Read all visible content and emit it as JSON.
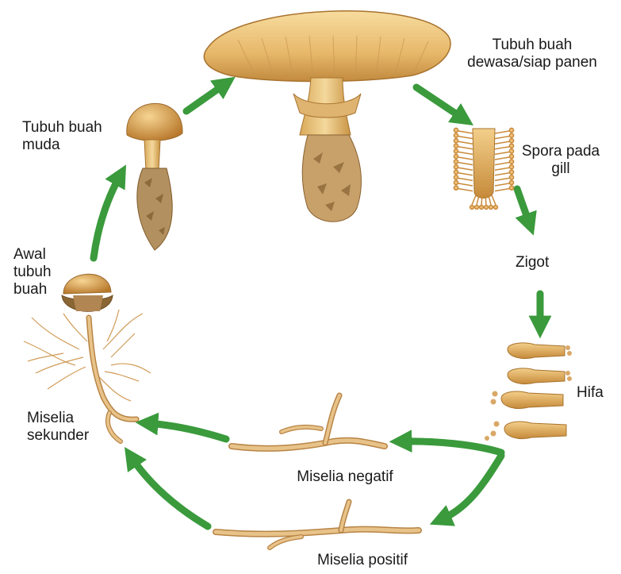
{
  "colors": {
    "arrow": "#3a9a3c",
    "cap_light": "#f2cf8a",
    "cap_dark": "#b87a2c",
    "stem": "#e8c17a",
    "volva": "#9a7440",
    "hypha": "#d9a866",
    "hypha_edge": "#b78445",
    "text": "#1a1a1a"
  },
  "stages": {
    "mature": {
      "label": "Tubuh buah\ndewasa/siap panen",
      "icon": "mature-mushroom"
    },
    "spores": {
      "label": "Spora pada\ngill",
      "icon": "gill-with-spores"
    },
    "zygote": {
      "label": "Zigot"
    },
    "hyphae": {
      "label": "Hifa",
      "icon": "basidia"
    },
    "negative": {
      "label": "Miselia negatif",
      "icon": "hypha-strand"
    },
    "positive": {
      "label": "Miselia positif",
      "icon": "hypha-strand"
    },
    "secondary": {
      "label": "Miselia\nsekunder",
      "icon": "mycelium-network"
    },
    "primordium": {
      "label": "Awal\ntubuh\nbuah",
      "icon": "pinhead-mushroom"
    },
    "young": {
      "label": "Tubuh buah\nmuda",
      "icon": "young-mushroom"
    }
  }
}
